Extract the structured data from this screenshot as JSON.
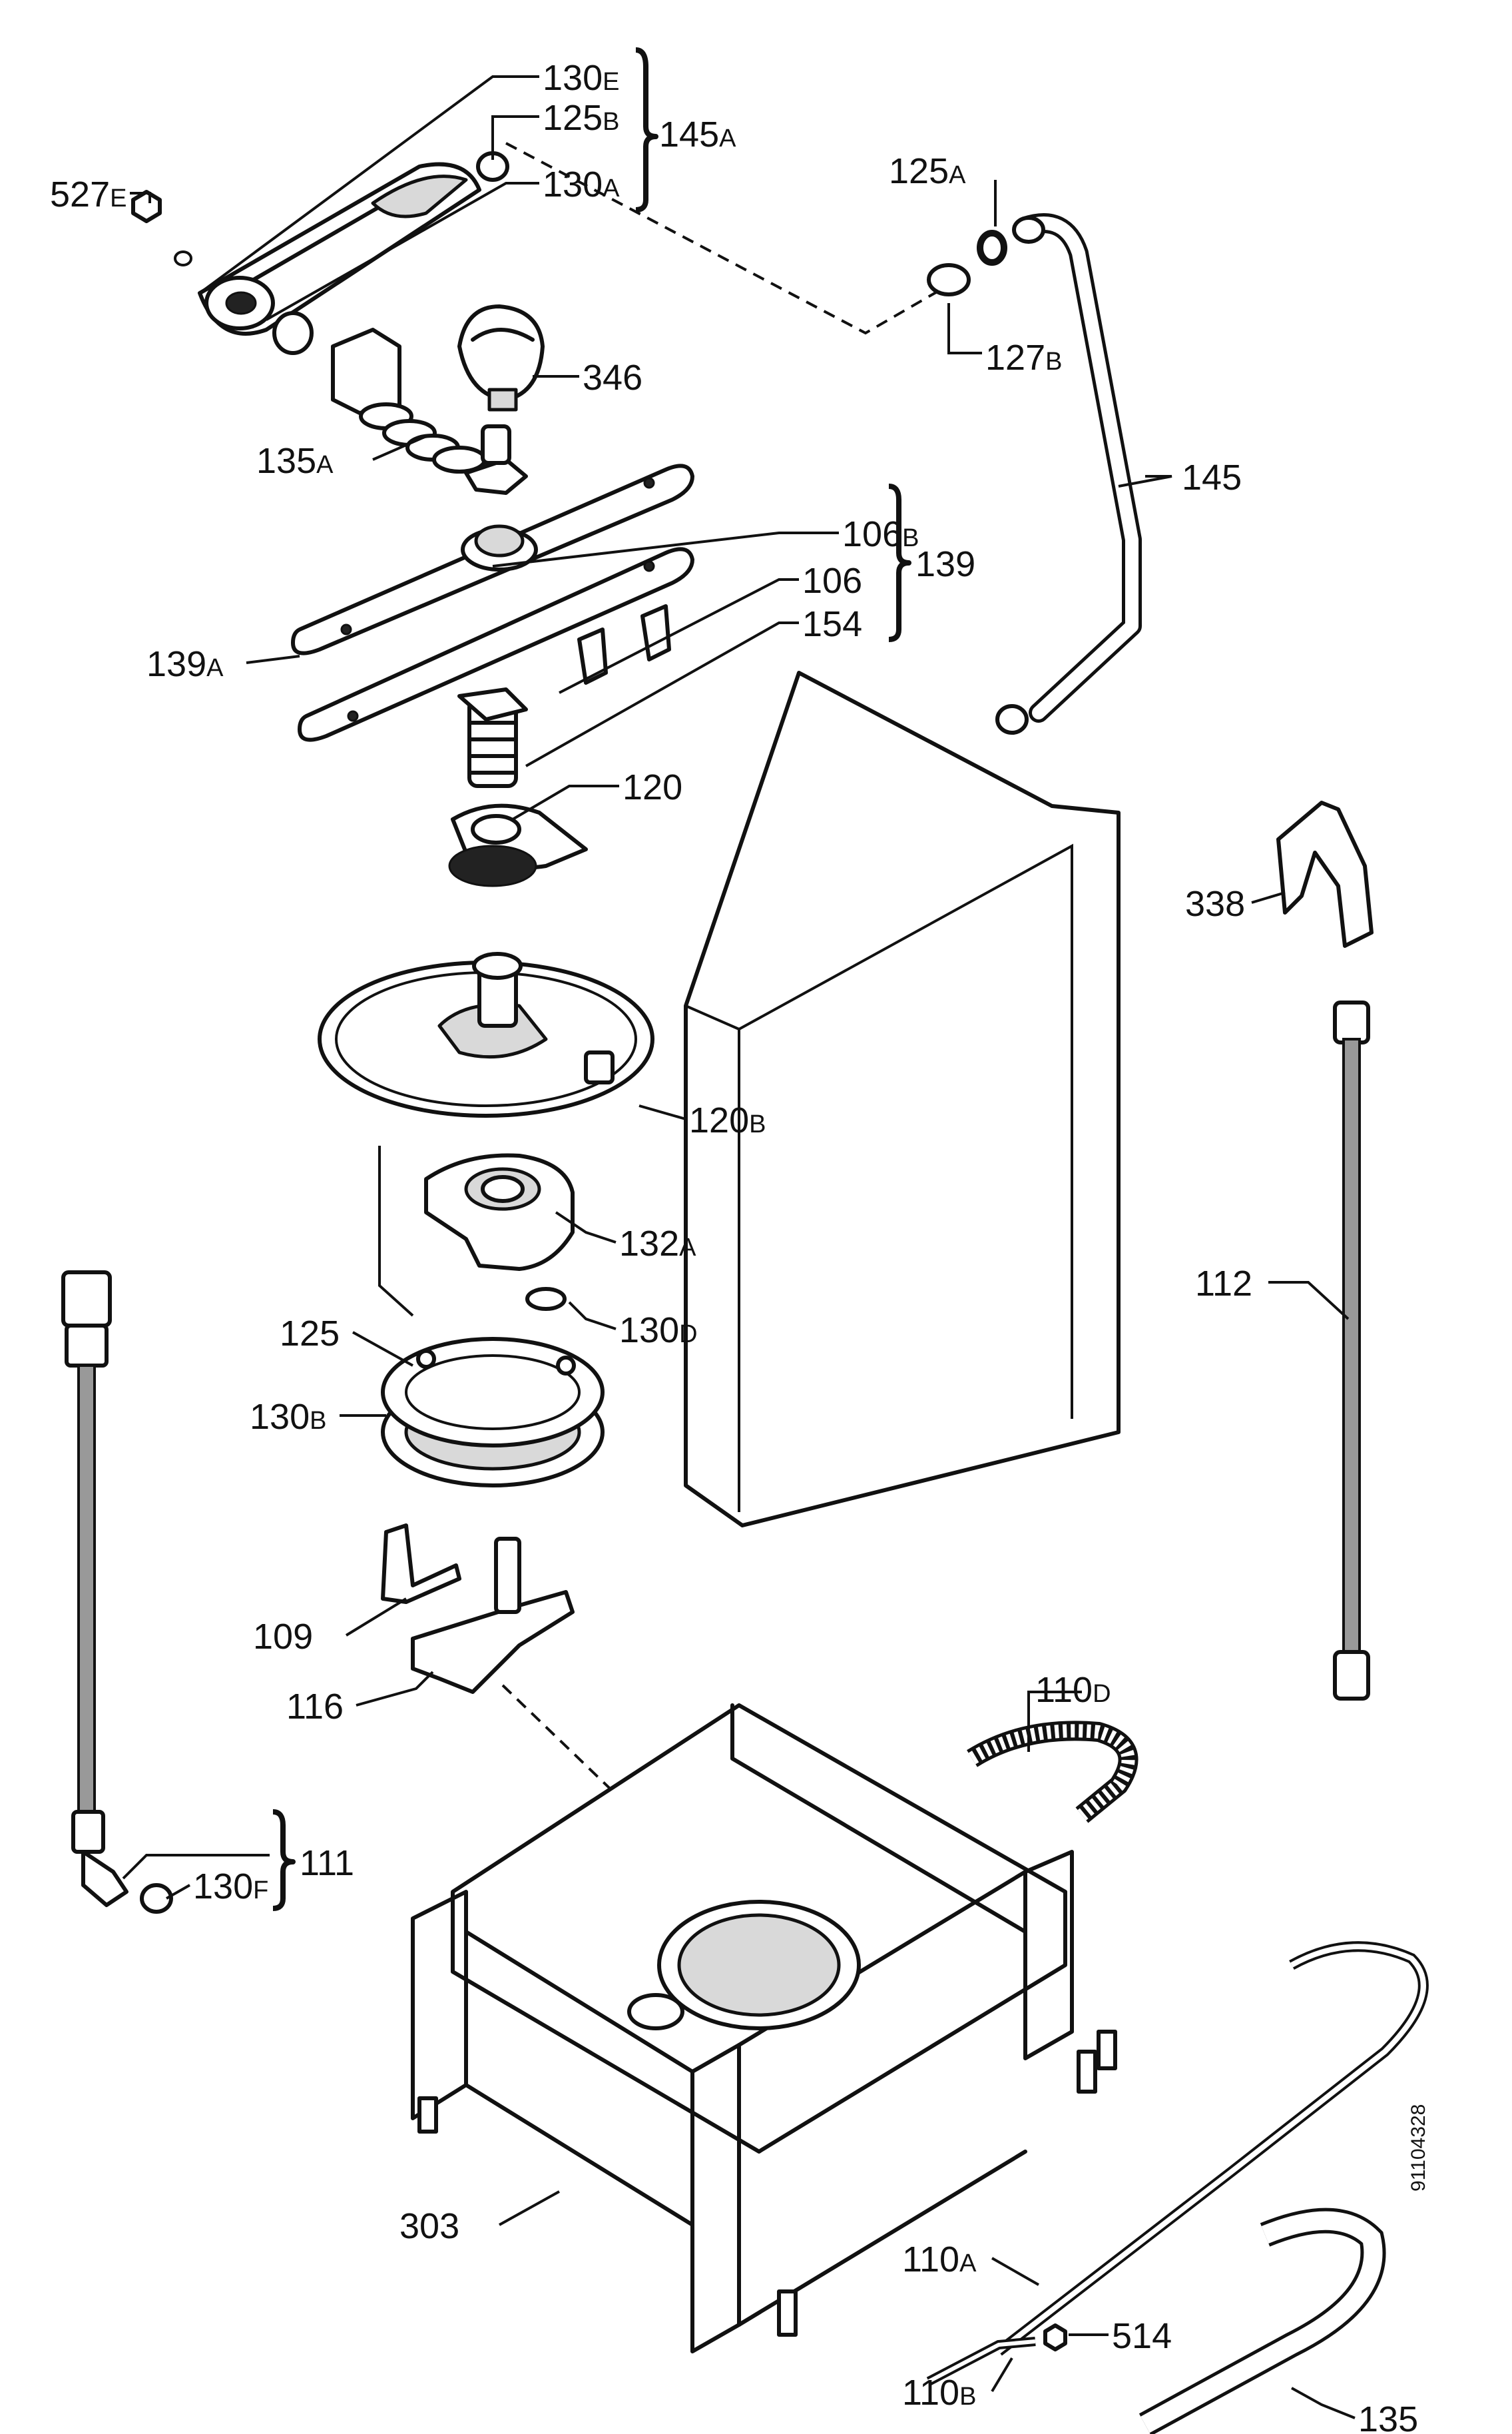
{
  "parts": [
    {
      "id": "l-130e",
      "main": "130",
      "sub": "E"
    },
    {
      "id": "l-125b",
      "main": "125",
      "sub": "B"
    },
    {
      "id": "l-145a",
      "main": "145",
      "sub": "A"
    },
    {
      "id": "l-130a",
      "main": "130",
      "sub": "A"
    },
    {
      "id": "l-527e",
      "main": "527",
      "sub": "E"
    },
    {
      "id": "l-125a",
      "main": "125",
      "sub": "A"
    },
    {
      "id": "l-127b",
      "main": "127",
      "sub": "B"
    },
    {
      "id": "l-346",
      "main": "346",
      "sub": ""
    },
    {
      "id": "l-135a",
      "main": "135",
      "sub": "A"
    },
    {
      "id": "l-145",
      "main": "145",
      "sub": ""
    },
    {
      "id": "l-106b",
      "main": "106",
      "sub": "B"
    },
    {
      "id": "l-139",
      "main": "139",
      "sub": ""
    },
    {
      "id": "l-106",
      "main": "106",
      "sub": ""
    },
    {
      "id": "l-154",
      "main": "154",
      "sub": ""
    },
    {
      "id": "l-139a",
      "main": "139",
      "sub": "A"
    },
    {
      "id": "l-120",
      "main": "120",
      "sub": ""
    },
    {
      "id": "l-338",
      "main": "338",
      "sub": ""
    },
    {
      "id": "l-120b",
      "main": "120",
      "sub": "B"
    },
    {
      "id": "l-132a",
      "main": "132",
      "sub": "A"
    },
    {
      "id": "l-112",
      "main": "112",
      "sub": ""
    },
    {
      "id": "l-125",
      "main": "125",
      "sub": ""
    },
    {
      "id": "l-130d",
      "main": "130",
      "sub": "D"
    },
    {
      "id": "l-130b",
      "main": "130",
      "sub": "B"
    },
    {
      "id": "l-109",
      "main": "109",
      "sub": ""
    },
    {
      "id": "l-116",
      "main": "116",
      "sub": ""
    },
    {
      "id": "l-110d",
      "main": "110",
      "sub": "D"
    },
    {
      "id": "l-111",
      "main": "111",
      "sub": ""
    },
    {
      "id": "l-130f",
      "main": "130",
      "sub": "F"
    },
    {
      "id": "l-303",
      "main": "303",
      "sub": ""
    },
    {
      "id": "l-110a",
      "main": "110",
      "sub": "A"
    },
    {
      "id": "l-514",
      "main": "514",
      "sub": ""
    },
    {
      "id": "l-110b",
      "main": "110",
      "sub": "B"
    },
    {
      "id": "l-135",
      "main": "135",
      "sub": ""
    }
  ],
  "document_id": "91104328"
}
